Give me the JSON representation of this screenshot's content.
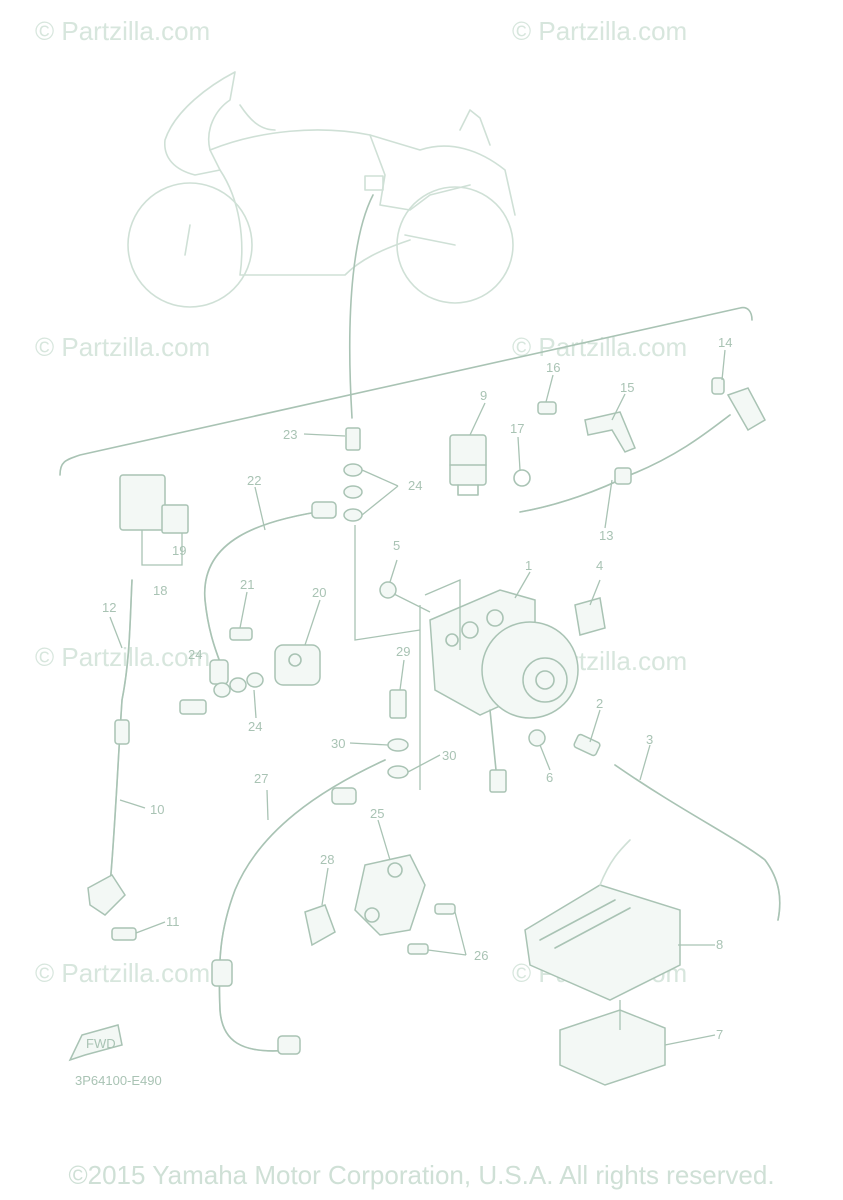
{
  "watermark": "© Partzilla.com",
  "diagram_code": "3P64100-E490",
  "copyright": "©2015 Yamaha Motor Corporation, U.S.A. All rights reserved.",
  "fwd_label": "FWD",
  "callouts": [
    "1",
    "2",
    "3",
    "4",
    "5",
    "6",
    "7",
    "8",
    "9",
    "10",
    "11",
    "12",
    "13",
    "14",
    "15",
    "16",
    "17",
    "18",
    "19",
    "20",
    "21",
    "22",
    "23",
    "24",
    "24",
    "24",
    "25",
    "26",
    "27",
    "28",
    "29",
    "30",
    "30"
  ],
  "colors": {
    "line": "#cfe0d6",
    "label": "#a9c3b4",
    "background": "#ffffff"
  }
}
